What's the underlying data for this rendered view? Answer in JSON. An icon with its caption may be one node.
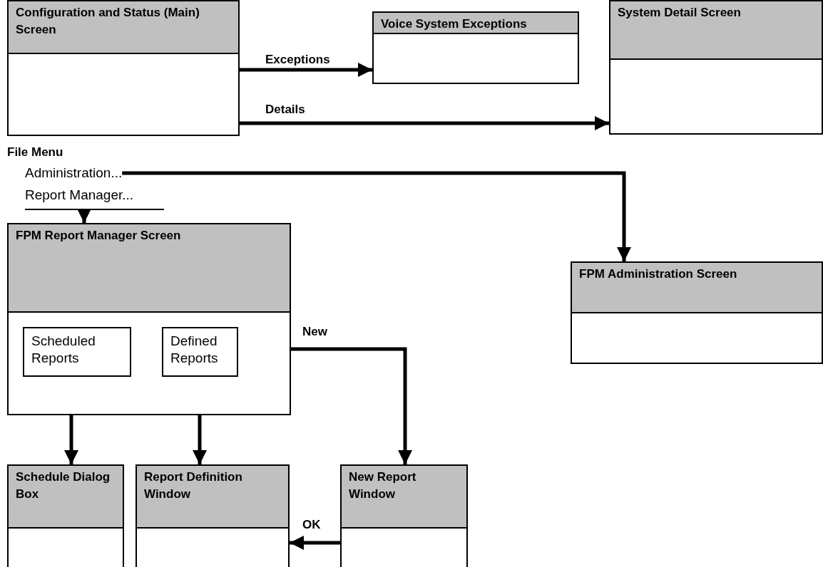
{
  "diagram": {
    "nodes": [
      {
        "text": [
          "Configuration and Status (Main) Screen"
        ]
      },
      {
        "text": [
          "Voice System Exceptions"
        ]
      },
      {
        "text": [
          "System Detail Screen"
        ]
      },
      {
        "text": [
          "Administration..."
        ]
      },
      {
        "text": [
          "Report Manager..."
        ]
      },
      {
        "text": [
          "FPM Report Manager Screen"
        ]
      },
      {
        "text": [
          "Scheduled Reports"
        ],
        "in": 5
      },
      {
        "text": [
          "Defined Reports"
        ],
        "in": 5
      },
      {
        "text": [
          "FPM Administration Screen"
        ]
      },
      {
        "text": [
          "Schedule Dialog Box"
        ]
      },
      {
        "text": [
          "Report Definition Window"
        ]
      },
      {
        "text": [
          "New Report Window"
        ]
      }
    ],
    "edges": [
      {
        "from": 0,
        "to": 1,
        "arrow": "to",
        "label": "Exceptions"
      },
      {
        "from": 0,
        "to": 2,
        "arrow": "to",
        "label": "Details"
      },
      {
        "from": 3,
        "to": 8,
        "arrow": "to"
      },
      {
        "from": 4,
        "to": 5,
        "arrow": "to"
      },
      {
        "from": 5,
        "to": 11,
        "arrow": "to",
        "label": "New"
      },
      {
        "from": 6,
        "to": 9,
        "arrow": "to"
      },
      {
        "from": 7,
        "to": 10,
        "arrow": "to"
      },
      {
        "from": 11,
        "to": 10,
        "arrow": "to",
        "label": "OK"
      }
    ],
    "labels": [
      "File Menu"
    ]
  }
}
